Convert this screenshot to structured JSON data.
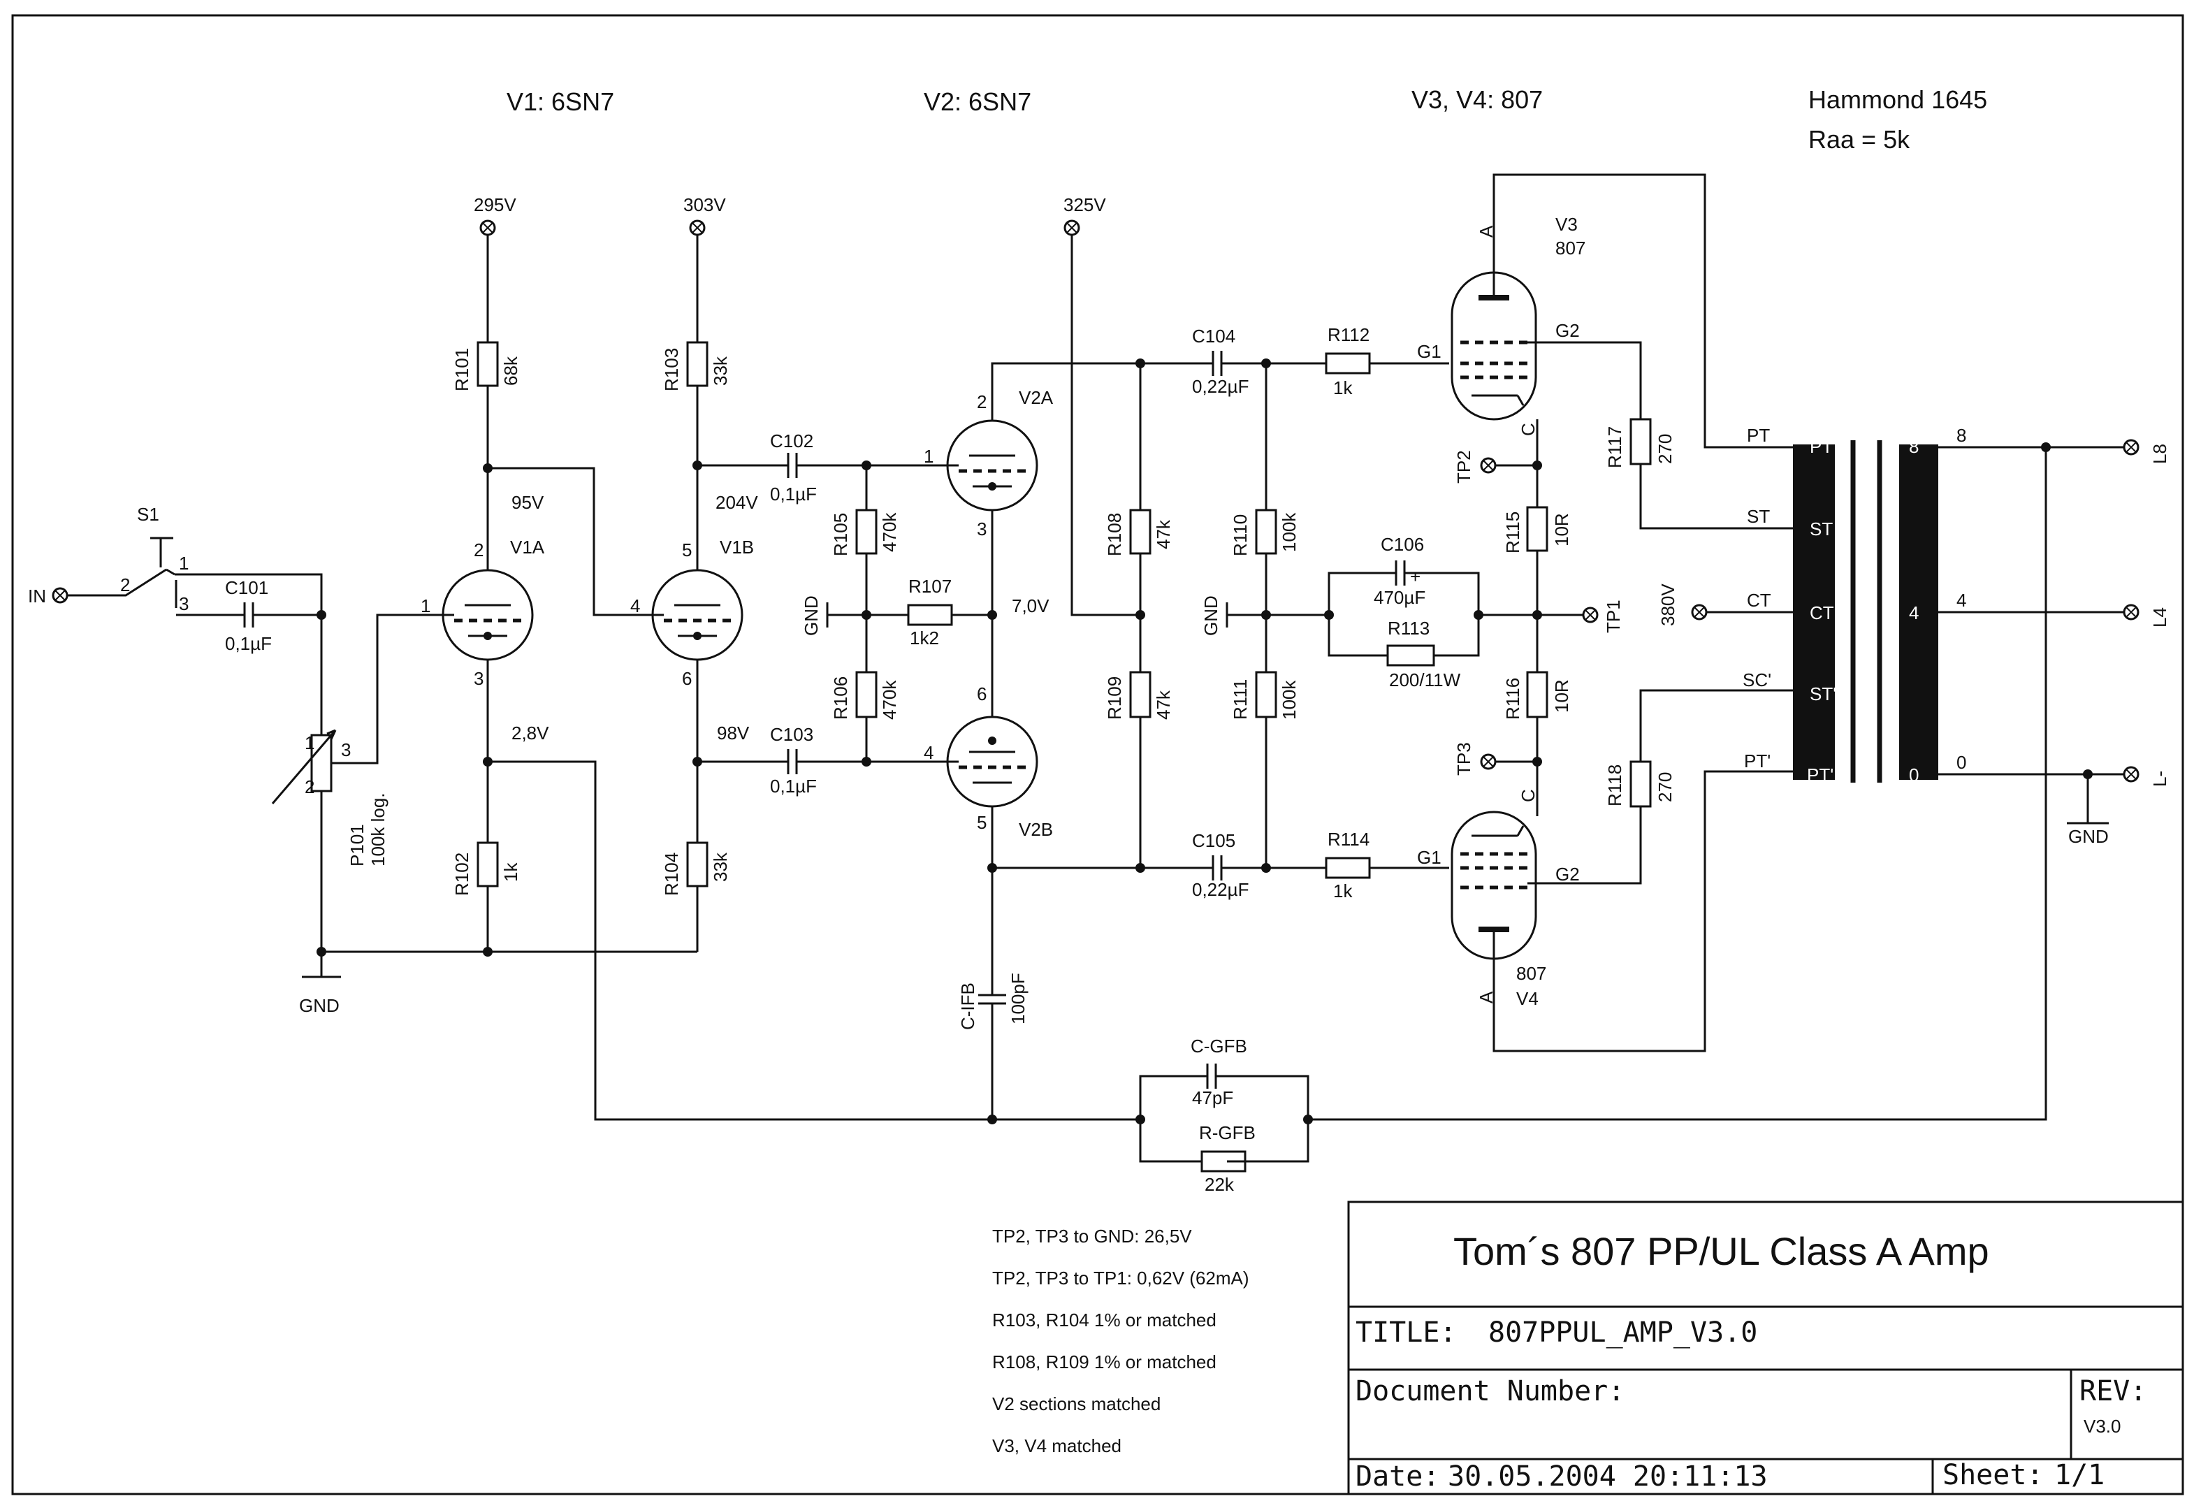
{
  "headers": {
    "v1": "V1: 6SN7",
    "v2": "V2: 6SN7",
    "v34": "V3, V4: 807",
    "xfmr": "Hammond 1645",
    "raa": "Raa = 5k"
  },
  "supplies": {
    "s295": "295V",
    "s303": "303V",
    "s325": "325V",
    "s380": "380V"
  },
  "voltages": {
    "v95": "95V",
    "v28": "2,8V",
    "v204": "204V",
    "v98": "98V",
    "v70": "7,0V"
  },
  "tubes": {
    "v1a": "V1A",
    "v1b": "V1B",
    "v2a": "V2A",
    "v2b": "V2B",
    "v3": "V3",
    "v3type": "807",
    "v4": "V4",
    "v4type": "807"
  },
  "pins": {
    "p1": "1",
    "p2": "2",
    "p3": "3",
    "p4": "4",
    "p5": "5",
    "p6": "6",
    "a": "A",
    "c": "C",
    "g1": "G1",
    "g2": "G2"
  },
  "resistors": {
    "r101": "R101",
    "r101v": "68k",
    "r102": "R102",
    "r102v": "1k",
    "r103": "R103",
    "r103v": "33k",
    "r104": "R104",
    "r104v": "33k",
    "r105": "R105",
    "r105v": "470k",
    "r106": "R106",
    "r106v": "470k",
    "r107": "R107",
    "r107v": "1k2",
    "r108": "R108",
    "r108v": "47k",
    "r109": "R109",
    "r109v": "47k",
    "r110": "R110",
    "r110v": "100k",
    "r111": "R111",
    "r111v": "100k",
    "r112": "R112",
    "r112v": "1k",
    "r113": "R113",
    "r113v": "200/11W",
    "r114": "R114",
    "r114v": "1k",
    "r115": "R115",
    "r115v": "10R",
    "r116": "R116",
    "r116v": "10R",
    "r117": "R117",
    "r117v": "270",
    "r118": "R118",
    "r118v": "270",
    "rgfb": "R-GFB",
    "rgfbv": "22k"
  },
  "capacitors": {
    "c101": "C101",
    "c101v": "0,1µF",
    "c102": "C102",
    "c102v": "0,1µF",
    "c103": "C103",
    "c103v": "0,1µF",
    "c104": "C104",
    "c104v": "0,22µF",
    "c105": "C105",
    "c105v": "0,22µF",
    "c106": "C106",
    "c106v": "470µF",
    "cifb": "C-IFB",
    "cifbv": "100pF",
    "cgfb": "C-GFB",
    "cgfbv": "47pF"
  },
  "misc": {
    "in": "IN",
    "gnd": "GND",
    "s1": "S1",
    "p101": "P101",
    "p101v": "100k log.",
    "tp1": "TP1",
    "tp2": "TP2",
    "tp3": "TP3",
    "plus": "+",
    "l8": "L8",
    "l4": "L4",
    "lm": "L-",
    "pt": "PT",
    "st": "ST",
    "ct": "CT",
    "sc": "SC'",
    "ptp": "PT'",
    "stp": "ST'",
    "n8": "8",
    "n4": "4",
    "n0": "0"
  },
  "notes": [
    "TP2, TP3 to GND: 26,5V",
    "TP2, TP3 to TP1: 0,62V (62mA)",
    "R103, R104 1% or matched",
    "R108, R109 1% or matched",
    "V2 sections matched",
    "V3, V4 matched"
  ],
  "title_block": {
    "project": "Tom´s 807 PP/UL Class A Amp",
    "title_label": "TITLE:",
    "title_value": "807PPUL_AMP_V3.0",
    "doc_label": "Document Number:",
    "rev_label": "REV:",
    "rev_value": "V3.0",
    "date_label": "Date:",
    "date_value": "30.05.2004 20:11:13",
    "sheet_label": "Sheet:",
    "sheet_value": "1/1"
  }
}
